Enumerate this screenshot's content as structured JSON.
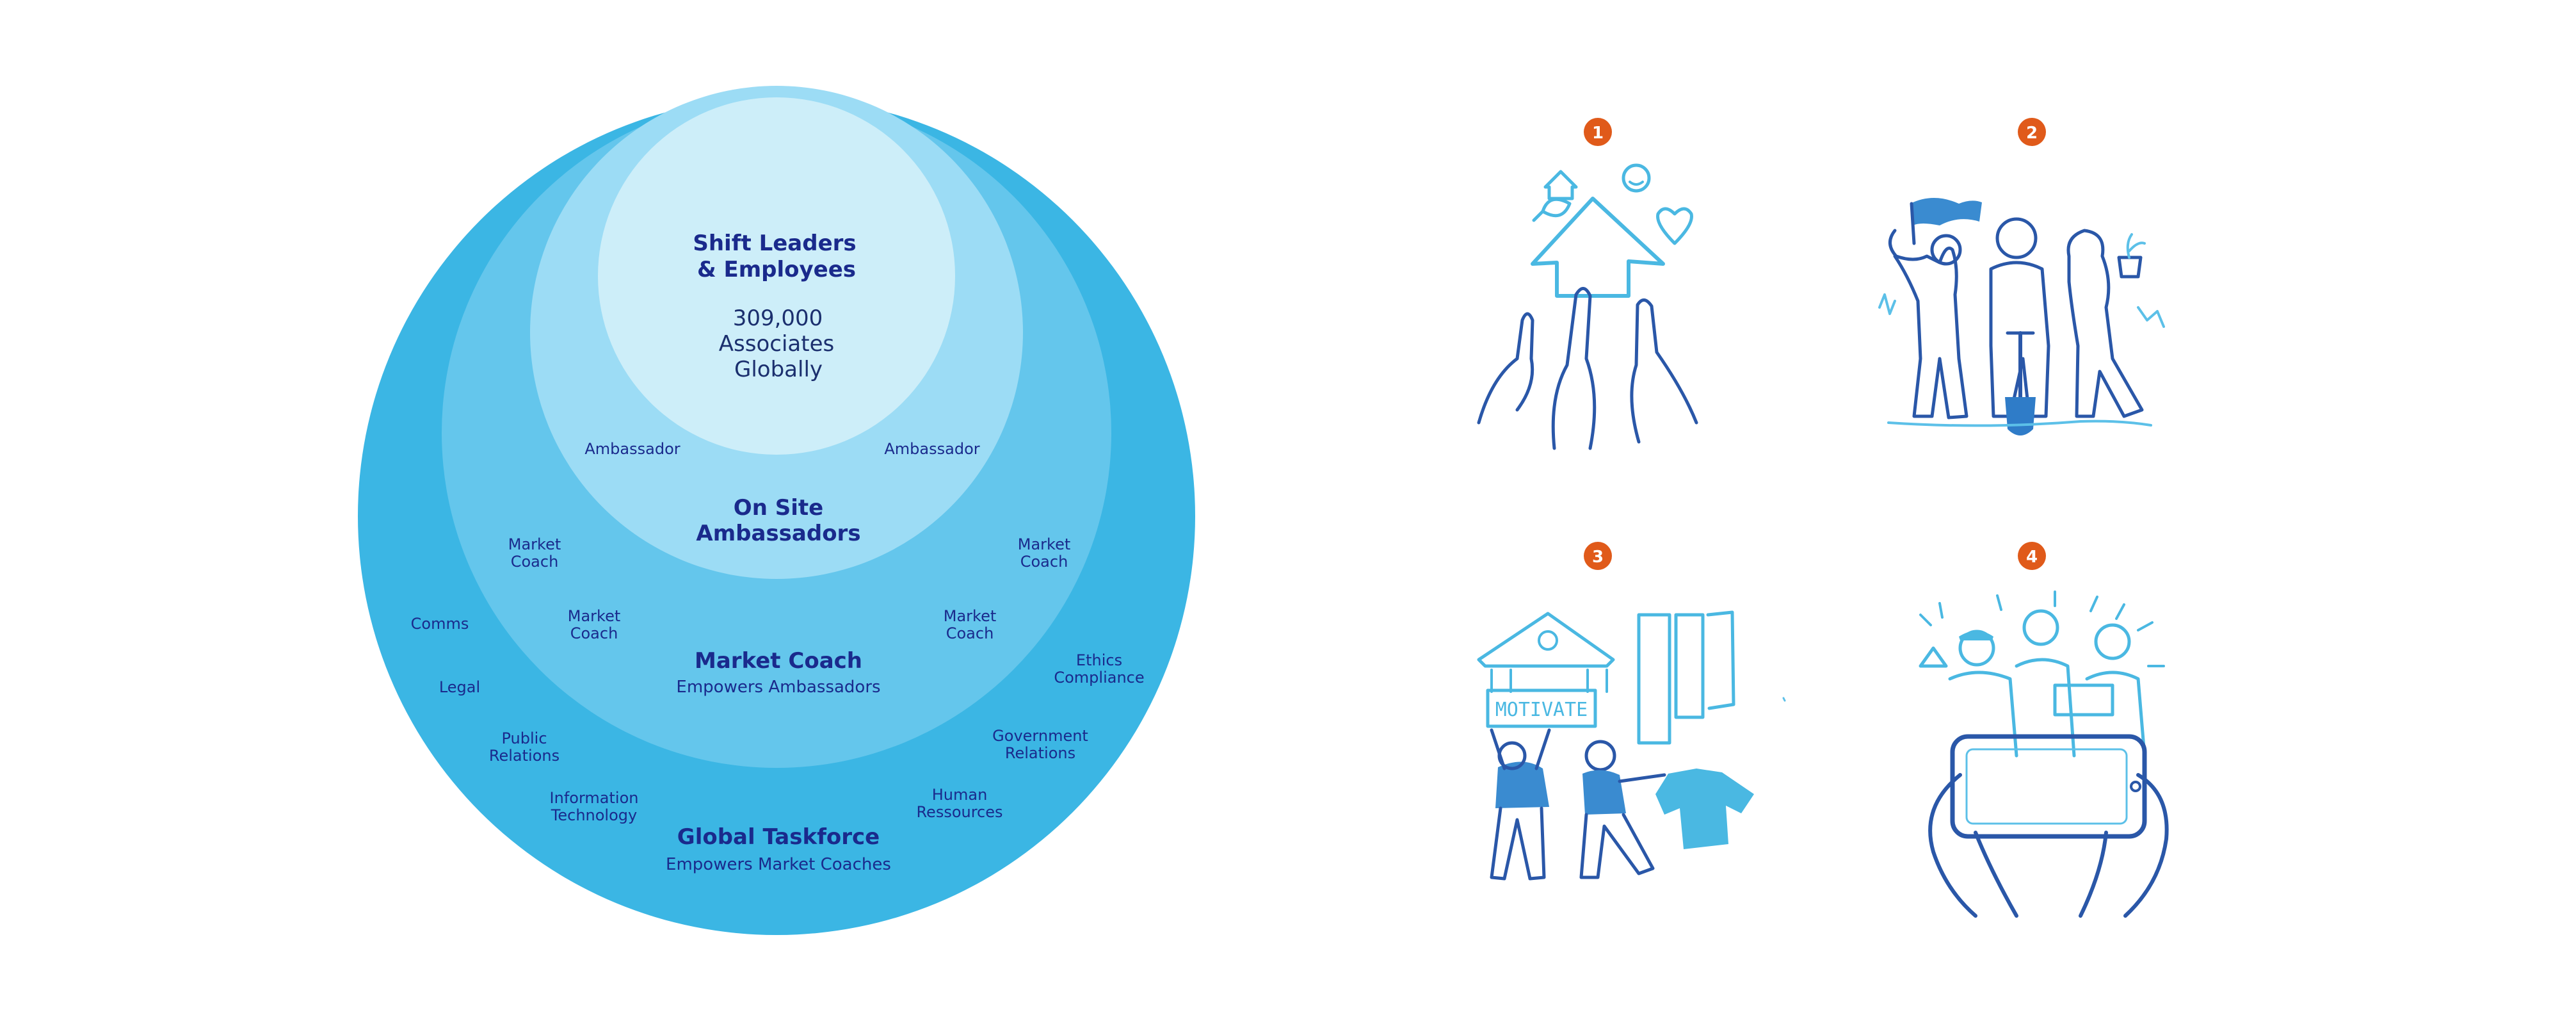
{
  "diagram": {
    "colors": {
      "outer": "#3bb6e4",
      "ring2": "#64c6ec",
      "ring3": "#9cdcf5",
      "inner": "#cdeef9",
      "text_navy": "#1a2a8c",
      "badge": "#e05a1a",
      "sketch_dark": "#2a57a8",
      "sketch_light": "#5cc0e8"
    },
    "inner": {
      "title_line1": "Shift Leaders",
      "title_line2": "& Employees",
      "stat_line1": "309,000",
      "stat_line2": "Associates",
      "stat_line3": "Globally"
    },
    "ambassadors": {
      "title_line1": "On Site",
      "title_line2": "Ambassadors",
      "role_left": "Ambassador",
      "role_right": "Ambassador"
    },
    "market_coach": {
      "title": "Market Coach",
      "subtitle": "Empowers Ambassadors",
      "coach_line1": "Market",
      "coach_line2": "Coach"
    },
    "global_taskforce": {
      "title": "Global Taskforce",
      "subtitle": "Empowers Market Coaches",
      "comms": "Comms",
      "legal": "Legal",
      "pr_line1": "Public",
      "pr_line2": "Relations",
      "it_line1": "Information",
      "it_line2": "Technology",
      "hr_line1": "Human",
      "hr_line2": "Ressources",
      "gov_line1": "Government",
      "gov_line2": "Relations",
      "ethics_line1": "Ethics",
      "ethics_line2": "Compliance"
    }
  },
  "steps": [
    {
      "number": "1",
      "icon": "arrow-hands-icon"
    },
    {
      "number": "2",
      "icon": "team-flag-shovel-icon"
    },
    {
      "number": "3",
      "icon": "motivate-banners-icon"
    },
    {
      "number": "4",
      "icon": "phone-photo-celebration-icon"
    }
  ]
}
